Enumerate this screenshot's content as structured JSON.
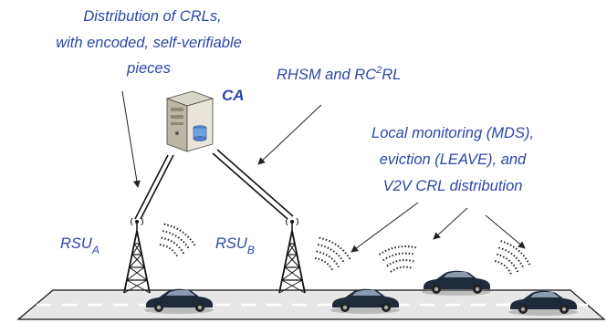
{
  "labels": {
    "distribution_line1": "Distribution of CRLs,",
    "distribution_line2": "with encoded, self-verifiable",
    "distribution_line3": "pieces",
    "ca": "CA",
    "rhsm_prefix": "RHSM and RC",
    "rhsm_sup": "2",
    "rhsm_suffix": "RL",
    "local_line1": "Local monitoring (MDS),",
    "local_line2": "eviction (LEAVE), and",
    "local_line3": "V2V CRL distribution",
    "rsu_a_base": "RSU",
    "rsu_a_sub": "A",
    "rsu_b_base": "RSU",
    "rsu_b_sub": "B"
  },
  "colors": {
    "label_blue": "#2a47a8",
    "road": "#e7e7e7",
    "car": "#1f2a3a"
  },
  "icons": [
    "server-icon",
    "tower-icon",
    "wireless-signal-icon",
    "car-icon"
  ]
}
